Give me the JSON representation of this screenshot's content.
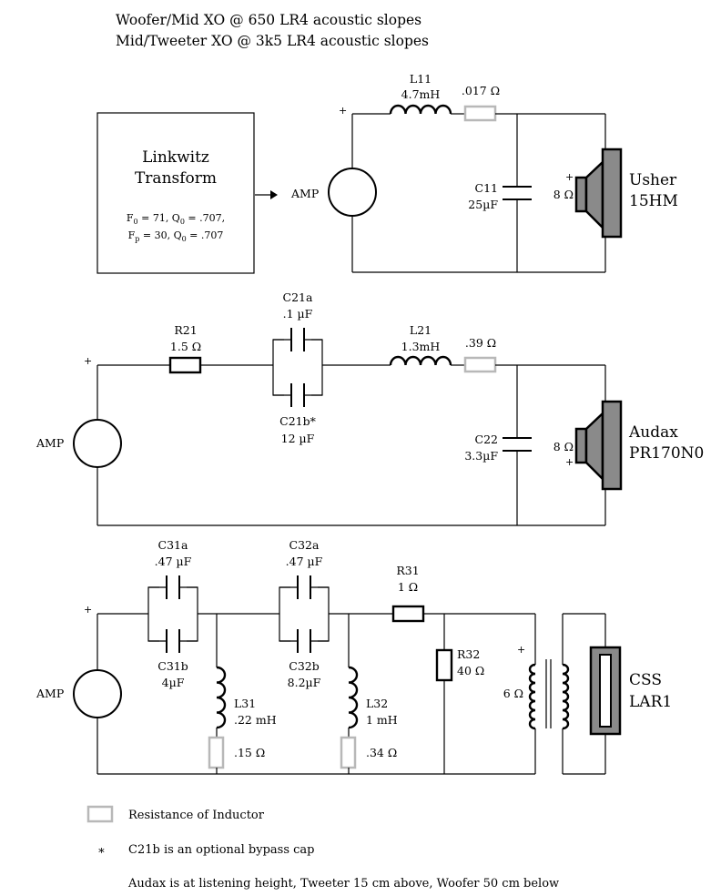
{
  "header": {
    "line1": "Woofer/Mid XO @ 650 LR4 acoustic slopes",
    "line2": "Mid/Tweeter XO @ 3k5 LR4 acoustic slopes"
  },
  "common": {
    "amp_label": "AMP",
    "plus_sign": "+"
  },
  "woofer_section": {
    "lt_title_1": "Linkwitz",
    "lt_title_2": "Transform",
    "lt_f0": "F",
    "lt_f0_sub": "0",
    "lt_f0_rest": " = 71, Q",
    "lt_q0_sub": "0",
    "lt_f0_end": " = .707,",
    "lt_fp": "F",
    "lt_fp_sub": "p",
    "lt_fp_rest": " = 30, Q",
    "lt_q0b_sub": "0",
    "lt_fp_end": " = .707",
    "l11_name": "L11",
    "l11_value": "4.7mH",
    "l11_dcr": ".017 Ω",
    "c11_name": "C11",
    "c11_value": "25µF",
    "impedance": "8 Ω",
    "driver_line1": "Usher",
    "driver_line2": "15HM"
  },
  "mid_section": {
    "r21_name": "R21",
    "r21_value": "1.5 Ω",
    "c21a_name": "C21a",
    "c21a_value": ".1 µF",
    "c21b_name": "C21b*",
    "c21b_value": "12 µF",
    "l21_name": "L21",
    "l21_value": "1.3mH",
    "l21_dcr": ".39 Ω",
    "c22_name": "C22",
    "c22_value": "3.3µF",
    "impedance": "8 Ω",
    "driver_line1": "Audax",
    "driver_line2": "PR170N0"
  },
  "tweeter_section": {
    "c31a_name": "C31a",
    "c31a_value": ".47 µF",
    "c31b_name": "C31b",
    "c31b_value": "4µF",
    "c32a_name": "C32a",
    "c32a_value": ".47 µF",
    "c32b_name": "C32b",
    "c32b_value": "8.2µF",
    "r31_name": "R31",
    "r31_value": "1 Ω",
    "l31_name": "L31",
    "l31_value": ".22 mH",
    "l31_dcr": ".15 Ω",
    "l32_name": "L32",
    "l32_value": "1 mH",
    "l32_dcr": ".34 Ω",
    "r32_name": "R32",
    "r32_value": "40 Ω",
    "impedance": "6 Ω",
    "driver_line1": "CSS",
    "driver_line2": "LAR1"
  },
  "legend": {
    "inductor_resistance": "Resistance of Inductor",
    "asterisk": "∗",
    "bypass_note": "C21b is an optional bypass cap",
    "position_note": "Audax is at listening height,  Tweeter 15 cm above, Woofer 50 cm below"
  },
  "colors": {
    "wire": "#000000",
    "inductor_resistance": "#b8b8b8",
    "speaker_fill": "#8a8a8a"
  }
}
